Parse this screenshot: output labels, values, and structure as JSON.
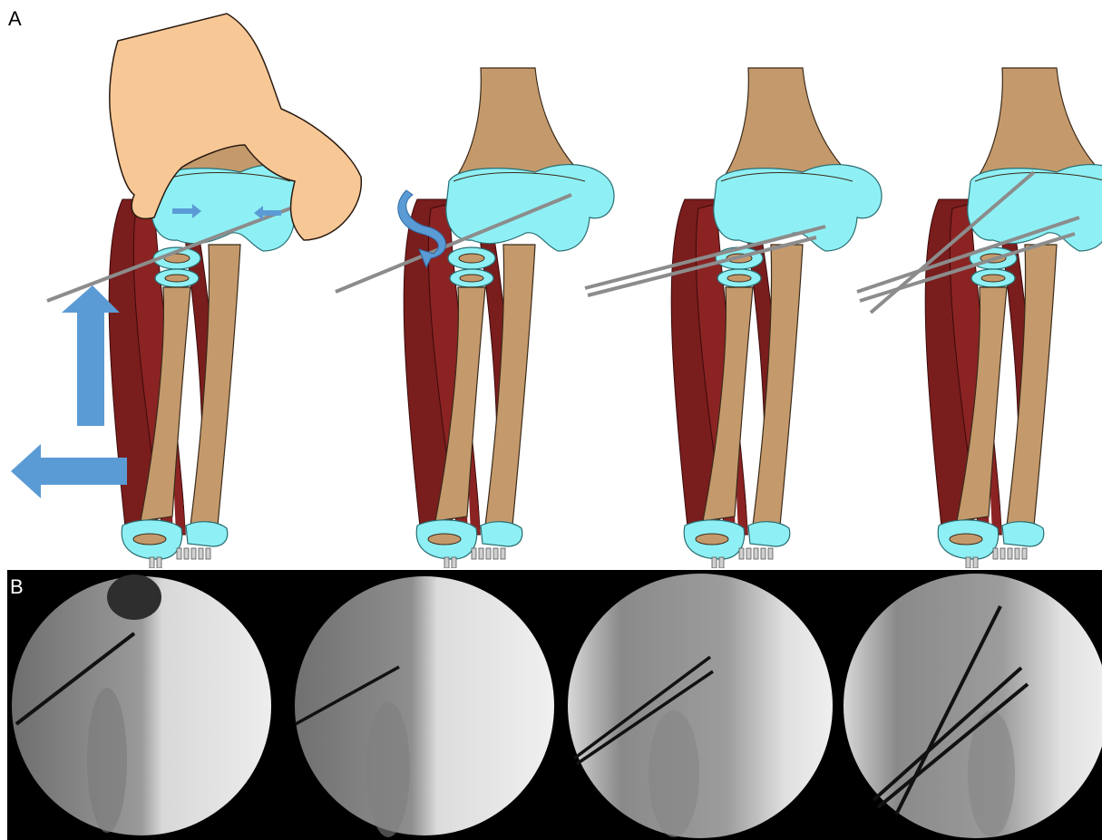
{
  "panels": {
    "a": {
      "label": "A"
    },
    "b": {
      "label": "B"
    }
  },
  "colors": {
    "bone": "#c49a6c",
    "cartilage": "#8ef0f4",
    "muscle": "#7a1d1d",
    "hand": "#f7c896",
    "arrow": "#5b9bd5",
    "wire": "#8c8c8c",
    "xray_background": "#000000"
  },
  "steps": [
    {
      "pins": 1,
      "hand": true,
      "reduction_arrows": true
    },
    {
      "pins": 1,
      "rotation_arrow": true
    },
    {
      "pins": 2
    },
    {
      "pins": 3
    }
  ],
  "xrays": [
    {
      "pins": 1
    },
    {
      "pins": 1
    },
    {
      "pins": 2
    },
    {
      "pins": 3
    }
  ]
}
